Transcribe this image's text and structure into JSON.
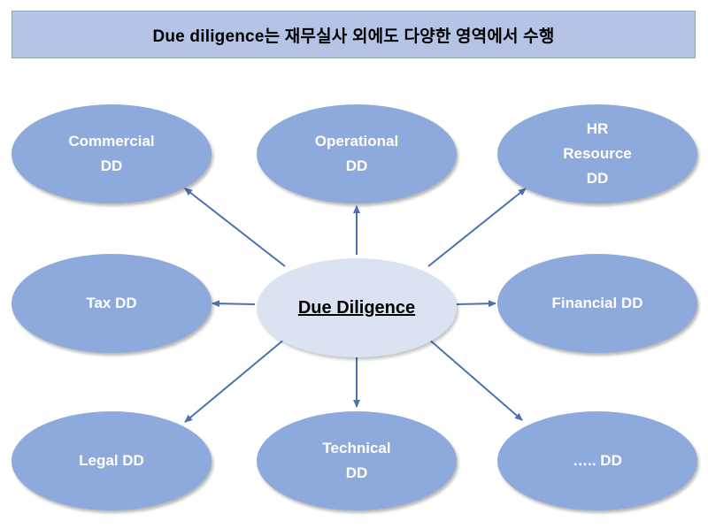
{
  "title": "Due diligence는 재무실사 외에도 다양한 영역에서 수행",
  "center": "Due Diligence",
  "nodes": {
    "commercial": "Commercial\nDD",
    "operational": "Operational\nDD",
    "hr": "HR\nResource\nDD",
    "tax": "Tax DD",
    "financial": "Financial DD",
    "legal": "Legal DD",
    "technical": "Technical\nDD",
    "etc": "….. DD"
  },
  "colors": {
    "title_fill": "#b4c3e6",
    "node_fill": "#8ea9dc",
    "center_fill": "#dbe3f2",
    "arrow": "#4a72b0"
  }
}
